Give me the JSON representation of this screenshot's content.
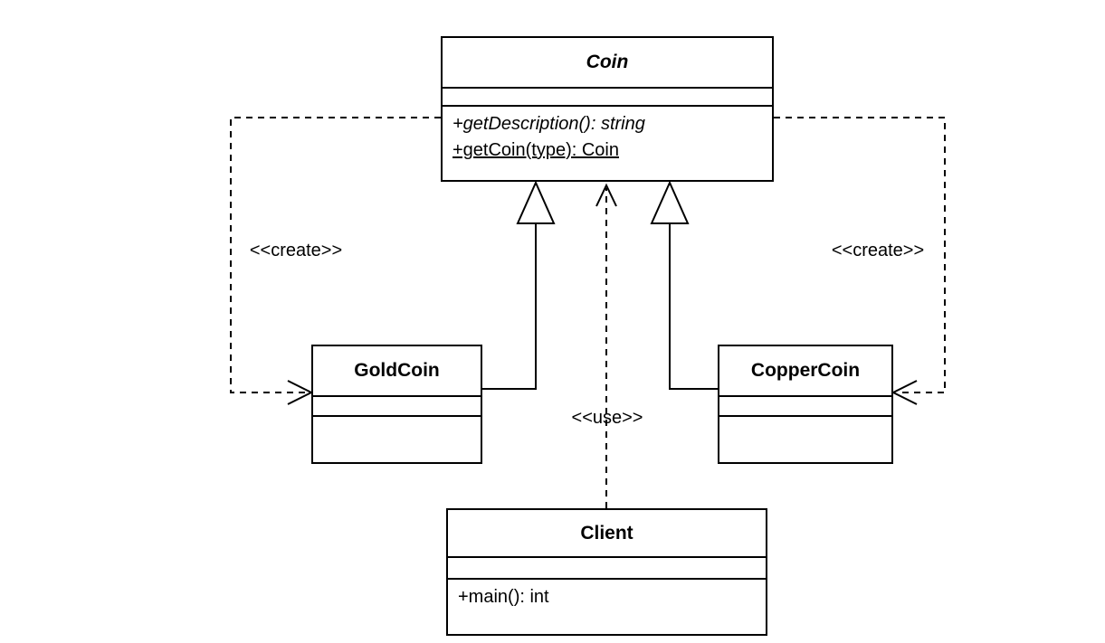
{
  "diagram": {
    "kind": "uml-class-diagram",
    "colors": {
      "line": "#000000",
      "text": "#000000",
      "background": "#ffffff"
    },
    "classes": {
      "coin": {
        "name": "Coin",
        "abstract": true,
        "attributes": [],
        "methods": [
          "+getDescription(): string",
          "+getCoin(type): Coin"
        ]
      },
      "goldcoin": {
        "name": "GoldCoin",
        "attributes": [],
        "methods": []
      },
      "coppercoin": {
        "name": "CopperCoin",
        "attributes": [],
        "methods": []
      },
      "client": {
        "name": "Client",
        "attributes": [],
        "methods": [
          "+main(): int"
        ]
      }
    },
    "labels": {
      "create_left": "<<create>>",
      "create_right": "<<create>>",
      "use": "<<use>>"
    },
    "relationships": [
      {
        "type": "generalization",
        "from": "GoldCoin",
        "to": "Coin"
      },
      {
        "type": "generalization",
        "from": "CopperCoin",
        "to": "Coin"
      },
      {
        "type": "dependency",
        "from": "Client",
        "to": "Coin",
        "label": "<<use>>"
      },
      {
        "type": "dependency",
        "from": "Coin",
        "to": "GoldCoin",
        "label": "<<create>>"
      },
      {
        "type": "dependency",
        "from": "Coin",
        "to": "CopperCoin",
        "label": "<<create>>"
      }
    ]
  }
}
